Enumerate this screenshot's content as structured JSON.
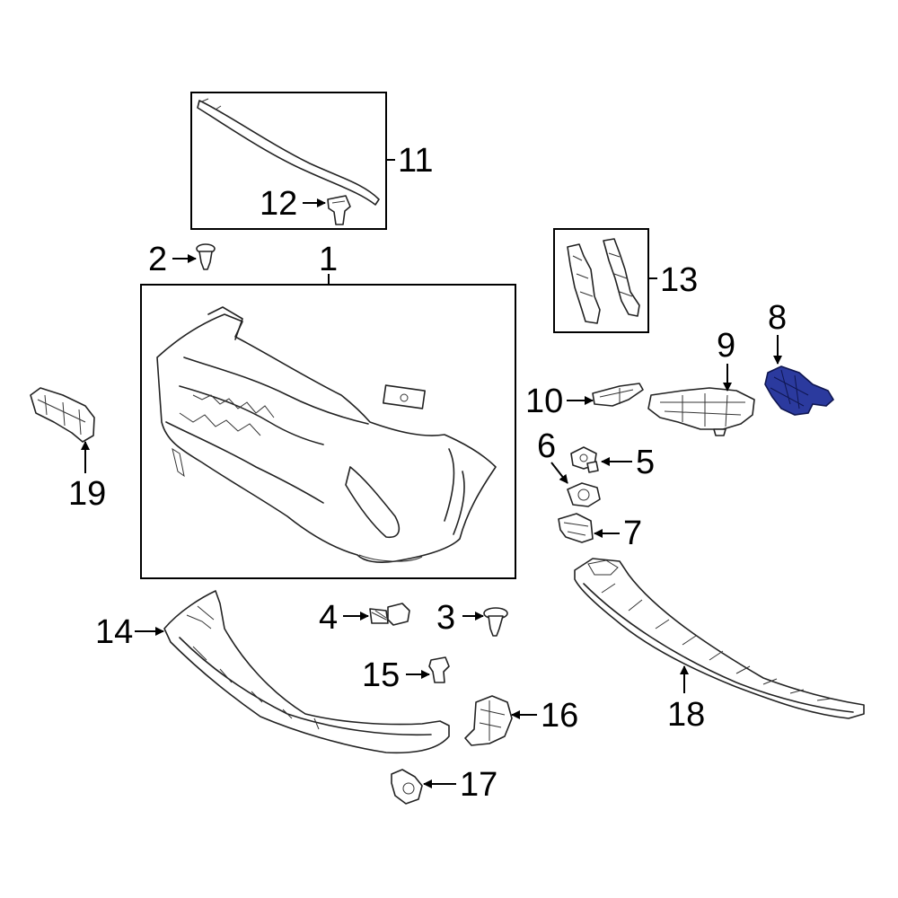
{
  "highlight_color": "#2b3a9e",
  "callouts": {
    "c1": "1",
    "c2": "2",
    "c3": "3",
    "c4": "4",
    "c5": "5",
    "c6": "6",
    "c7": "7",
    "c8": "8",
    "c9": "9",
    "c10": "10",
    "c11": "11",
    "c12": "12",
    "c13": "13",
    "c14": "14",
    "c15": "15",
    "c16": "16",
    "c17": "17",
    "c18": "18",
    "c19": "19"
  }
}
